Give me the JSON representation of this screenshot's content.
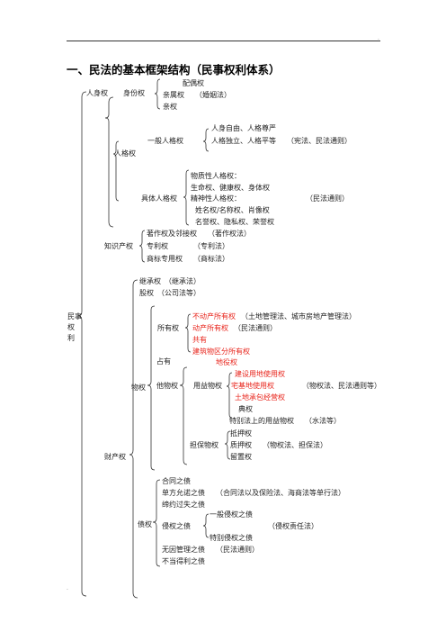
{
  "heading": "一、民法的基本框架结构（民事权利体系）",
  "root": "民事权利",
  "personal": {
    "label": "人身权",
    "identity": {
      "label": "身份权",
      "items": [
        "配偶权",
        "亲属权　　（婚姻法）",
        "亲权"
      ]
    },
    "personality": {
      "label": "人格权",
      "general": {
        "label": "一般人格权",
        "items": [
          "人身自由、人格尊严",
          "人格独立、人格平等　　（宪法、民法通则）"
        ]
      },
      "specific": {
        "label": "具体人格权",
        "items": [
          "物质性人格权：",
          "生命权、健康权、身体权",
          "精神性人格权：",
          "（民法通则）",
          "姓名权/名称权、肖像权",
          "名誉权、隐私权、荣誉权"
        ]
      }
    }
  },
  "ip": {
    "label": "知识产权",
    "items": [
      "著作权及邻接权　　（著作权法）",
      "专利权　　　　（专利法）",
      "商标专用权　　（商标法）"
    ]
  },
  "property": {
    "label": "财产权",
    "inheritance": "继承权　（继承法）",
    "equity": "股权　（公司法等）",
    "real": {
      "label": "物权",
      "ownership": {
        "label": "所有权",
        "items": [
          "不动产所有权",
          "（土地管理法、城市房地产管理法）",
          "动产所有权",
          "（民法通则）",
          "共有",
          "建筑物区分所有权"
        ]
      },
      "possession": "占有",
      "other": {
        "label": "他物权",
        "nonowner": "地役权",
        "usufruct": {
          "label": "用益物权",
          "items": [
            "建设用地使用权",
            "宅基地使用权",
            "（物权法、民法通则等）",
            "土地承包经营权",
            "典权"
          ]
        },
        "special": "特别法上的用益物权　　（水法等）",
        "security": {
          "label": "担保物权",
          "items": [
            "抵押权",
            "质押权　　（物权法、担保法）",
            "留置权"
          ]
        }
      }
    },
    "claims": {
      "label": "债权",
      "items": [
        "合同之债",
        "单方允诺之债　　（合同法以及保险法、海商法等单行法）",
        "缔约过失之债"
      ],
      "tort": {
        "label": "侵权之债",
        "items": [
          "一般侵权之债",
          "（侵权责任法）",
          "特别侵权之债"
        ]
      },
      "tail": [
        "无因管理之债　　（民法通则）",
        "不当得利之债"
      ]
    }
  },
  "colors": {
    "accent": "#e8241b",
    "text": "#222222"
  }
}
